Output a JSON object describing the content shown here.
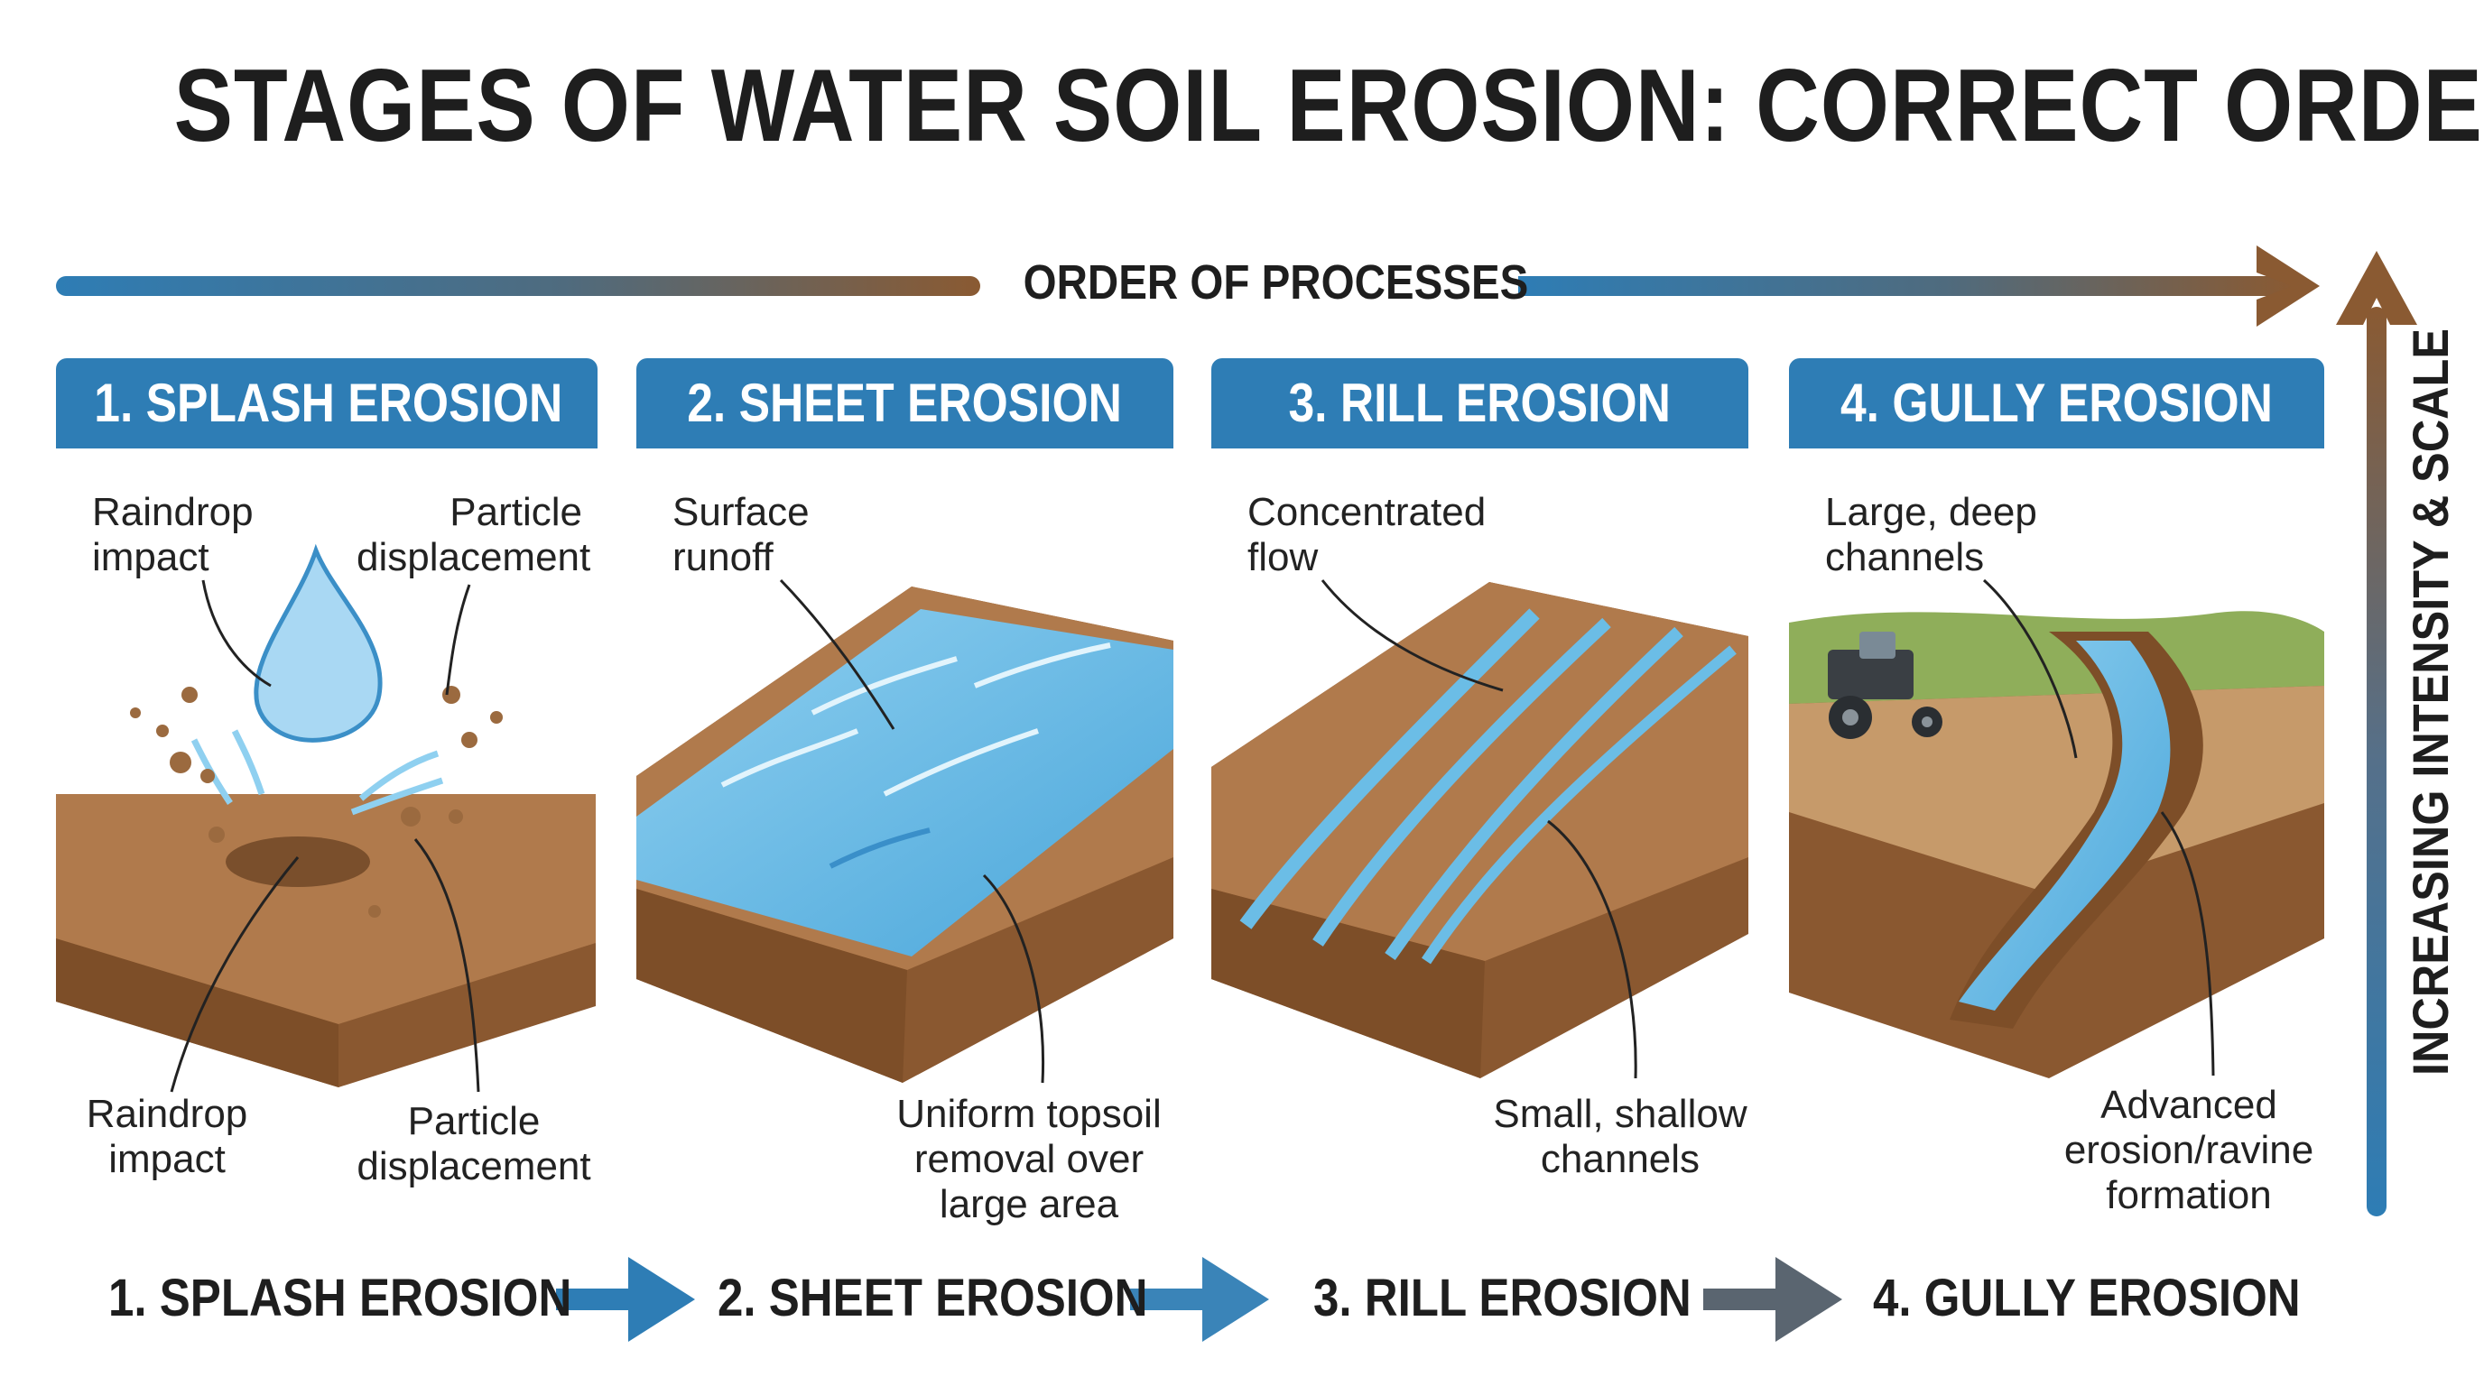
{
  "title": "STAGES OF WATER SOIL EROSION: CORRECT ORDER",
  "order_label": "ORDER OF PROCESSES",
  "side_label": "INCREASING INTENSITY & SCALE",
  "colors": {
    "header_blue": "#2e7db5",
    "water": "#6bbde6",
    "soil_top": "#b07a4c",
    "soil_side": "#8a5830",
    "arrow_brown": "#7d5230"
  },
  "panels": [
    {
      "header": "1. SPLASH EROSION",
      "labels": {
        "top_left": [
          "Raindrop",
          "impact"
        ],
        "top_right": [
          "Particle",
          "displacement"
        ],
        "bottom_left": [
          "Raindrop",
          "impact"
        ],
        "bottom_right": [
          "Particle",
          "displacement"
        ]
      }
    },
    {
      "header": "2. SHEET EROSION",
      "labels": {
        "top_left": [
          "Surface",
          "runoff"
        ],
        "bottom": [
          "Uniform topsoil",
          "removal over",
          "large area"
        ]
      }
    },
    {
      "header": "3. RILL EROSION",
      "labels": {
        "top_left": [
          "Concentrated",
          "flow"
        ],
        "bottom": [
          "Small, shallow",
          "channels"
        ]
      }
    },
    {
      "header": "4. GULLY EROSION",
      "labels": {
        "top_left": [
          "Large, deep",
          "channels"
        ],
        "bottom": [
          "Advanced",
          "erosion/ravine",
          "formation"
        ]
      }
    }
  ],
  "sequence": [
    "1. SPLASH EROSION",
    "2. SHEET EROSION",
    "3. RILL EROSION",
    "4. GULLY EROSION"
  ]
}
